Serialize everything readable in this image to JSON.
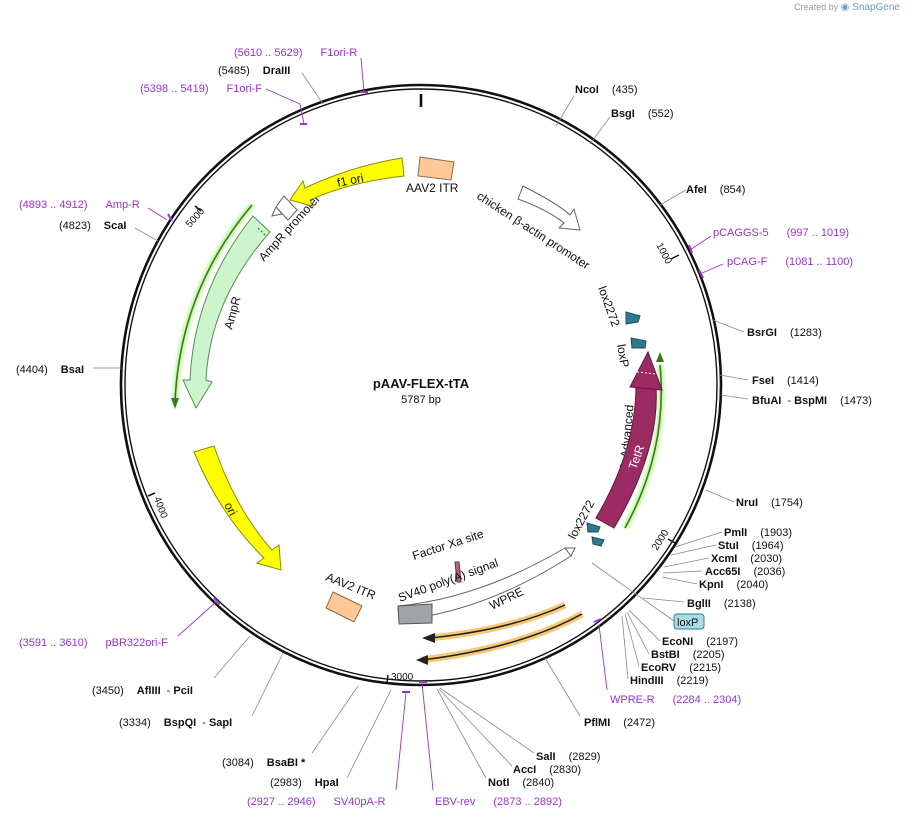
{
  "credit": {
    "created_by": "Created by",
    "brand": "SnapGene"
  },
  "plasmid": {
    "name": "pAAV-FLEX-tTA",
    "size_label": "5787 bp"
  },
  "ticks": [
    "1000",
    "2000",
    "3000",
    "4000",
    "5000"
  ],
  "enzymes": [
    {
      "name": "NcoI",
      "pos": "(435)"
    },
    {
      "name": "BsgI",
      "pos": "(552)"
    },
    {
      "name": "AfeI",
      "pos": "(854)"
    },
    {
      "name": "BsrGI",
      "pos": "(1283)"
    },
    {
      "name": "FseI",
      "pos": "(1414)"
    },
    {
      "name": "BfuAI",
      "name2": "BspMI",
      "pos": "(1473)"
    },
    {
      "name": "NruI",
      "pos": "(1754)"
    },
    {
      "name": "PmlI",
      "pos": "(1903)"
    },
    {
      "name": "StuI",
      "pos": "(1964)"
    },
    {
      "name": "XcmI",
      "pos": "(2030)"
    },
    {
      "name": "Acc65I",
      "pos": "(2036)"
    },
    {
      "name": "KpnI",
      "pos": "(2040)"
    },
    {
      "name": "BglII",
      "pos": "(2138)"
    },
    {
      "name": "EcoNI",
      "pos": "(2197)"
    },
    {
      "name": "BstBI",
      "pos": "(2205)"
    },
    {
      "name": "EcoRV",
      "pos": "(2215)"
    },
    {
      "name": "HindIII",
      "pos": "(2219)"
    },
    {
      "name": "PflMI",
      "pos": "(2472)"
    },
    {
      "name": "SalI",
      "pos": "(2829)"
    },
    {
      "name": "AccI",
      "pos": "(2830)"
    },
    {
      "name": "NotI",
      "pos": "(2840)"
    },
    {
      "name": "HpaI",
      "pos": "(2983)"
    },
    {
      "name": "BsaBI *",
      "pos": "(3084)"
    },
    {
      "name": "BspQI",
      "name2": "SapI",
      "pos": "(3334)"
    },
    {
      "name": "AflIII",
      "name2": "PciI",
      "pos": "(3450)"
    },
    {
      "name": "BsaI",
      "pos": "(4404)"
    },
    {
      "name": "ScaI",
      "pos": "(4823)"
    },
    {
      "name": "DraIII",
      "pos": "(5485)"
    }
  ],
  "primers": [
    {
      "name": "pCAGGS-5",
      "range": "(997 .. 1019)"
    },
    {
      "name": "pCAG-F",
      "range": "(1081 .. 1100)"
    },
    {
      "name": "WPRE-R",
      "range": "(2284 .. 2304)"
    },
    {
      "name": "EBV-rev",
      "range": "(2873 .. 2892)"
    },
    {
      "name": "SV40pA-R",
      "range": "(2927 .. 2946)"
    },
    {
      "name": "pBR322ori-F",
      "range": "(3591 .. 3610)"
    },
    {
      "name": "Amp-R",
      "range": "(4893 .. 4912)"
    },
    {
      "name": "F1ori-F",
      "range": "(5398 .. 5419)"
    },
    {
      "name": "F1ori-R",
      "range": "(5610 .. 5629)"
    }
  ],
  "features": {
    "aav2_itr_top": "AAV2 ITR",
    "cba_promoter": "chicken β-actin promoter",
    "lox2272_top": "lox2272",
    "loxp_top": "loxP",
    "tta": "tTA-Advanced",
    "tetr": "TetR",
    "lox2272_bottom": "lox2272",
    "loxp_box": "loxP",
    "factor_xa": "Factor Xa site",
    "sv40": "SV40 poly(A) signal",
    "wpre": "WPRE",
    "aav2_itr_bottom": "AAV2 ITR",
    "ori": "ori",
    "ampr": "AmpR",
    "ampr_promoter": "AmpR promoter",
    "f1ori": "f1 ori"
  },
  "colors": {
    "backbone": "#111111",
    "primer": "#9933cc",
    "f1ori": "#ffff00",
    "ori": "#ffff00",
    "ampr": "#ccf5cc",
    "itr": "#ffc896",
    "tta": "#9c2b63",
    "lox": "#2e7a8c",
    "sv40": "#a0a4a8",
    "wpre_glow": "#f5c060"
  }
}
